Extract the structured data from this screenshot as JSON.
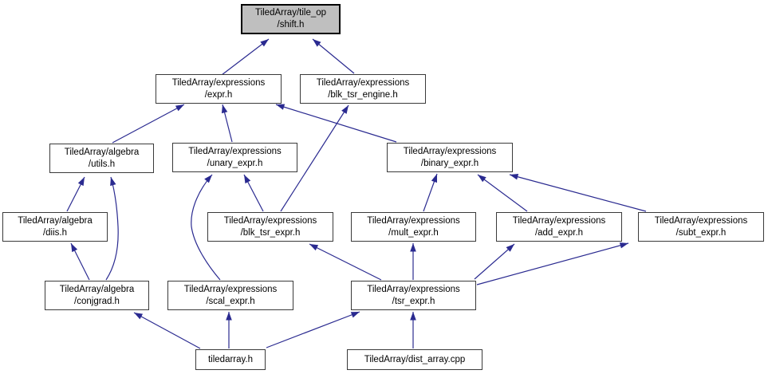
{
  "graph": {
    "description": "include dependency graph",
    "highlighted_node": "TiledArray/tile_op/shift.h"
  },
  "colors": {
    "edge": "#2a2a90",
    "node_fill": "#ffffff",
    "node_border": "#3a3a3a",
    "highlight_fill": "#bfbfbf",
    "highlight_border": "#000000",
    "background": "#ffffff",
    "text": "#000000"
  },
  "nodes": [
    {
      "id": "shift",
      "line1": "TiledArray/tile_op",
      "line2": "/shift.h",
      "highlighted": true
    },
    {
      "id": "expr",
      "line1": "TiledArray/expressions",
      "line2": "/expr.h",
      "highlighted": false
    },
    {
      "id": "blk_tsr_engine",
      "line1": "TiledArray/expressions",
      "line2": "/blk_tsr_engine.h",
      "highlighted": false
    },
    {
      "id": "utils",
      "line1": "TiledArray/algebra",
      "line2": "/utils.h",
      "highlighted": false
    },
    {
      "id": "unary_expr",
      "line1": "TiledArray/expressions",
      "line2": "/unary_expr.h",
      "highlighted": false
    },
    {
      "id": "binary_expr",
      "line1": "TiledArray/expressions",
      "line2": "/binary_expr.h",
      "highlighted": false
    },
    {
      "id": "diis",
      "line1": "TiledArray/algebra",
      "line2": "/diis.h",
      "highlighted": false
    },
    {
      "id": "blk_tsr_expr",
      "line1": "TiledArray/expressions",
      "line2": "/blk_tsr_expr.h",
      "highlighted": false
    },
    {
      "id": "mult_expr",
      "line1": "TiledArray/expressions",
      "line2": "/mult_expr.h",
      "highlighted": false
    },
    {
      "id": "add_expr",
      "line1": "TiledArray/expressions",
      "line2": "/add_expr.h",
      "highlighted": false
    },
    {
      "id": "subt_expr",
      "line1": "TiledArray/expressions",
      "line2": "/subt_expr.h",
      "highlighted": false
    },
    {
      "id": "conjgrad",
      "line1": "TiledArray/algebra",
      "line2": "/conjgrad.h",
      "highlighted": false
    },
    {
      "id": "scal_expr",
      "line1": "TiledArray/expressions",
      "line2": "/scal_expr.h",
      "highlighted": false
    },
    {
      "id": "tsr_expr",
      "line1": "TiledArray/expressions",
      "line2": "/tsr_expr.h",
      "highlighted": false
    },
    {
      "id": "tiledarray",
      "line1": "tiledarray.h",
      "line2": "",
      "highlighted": false
    },
    {
      "id": "dist_array",
      "line1": "TiledArray/dist_array.cpp",
      "line2": "",
      "highlighted": false
    }
  ],
  "edges": [
    {
      "from": "expr",
      "to": "shift"
    },
    {
      "from": "blk_tsr_engine",
      "to": "shift"
    },
    {
      "from": "utils",
      "to": "expr"
    },
    {
      "from": "unary_expr",
      "to": "expr"
    },
    {
      "from": "binary_expr",
      "to": "expr"
    },
    {
      "from": "blk_tsr_expr",
      "to": "blk_tsr_engine"
    },
    {
      "from": "diis",
      "to": "utils"
    },
    {
      "from": "conjgrad",
      "to": "utils"
    },
    {
      "from": "scal_expr",
      "to": "unary_expr"
    },
    {
      "from": "blk_tsr_expr",
      "to": "unary_expr"
    },
    {
      "from": "mult_expr",
      "to": "binary_expr"
    },
    {
      "from": "add_expr",
      "to": "binary_expr"
    },
    {
      "from": "subt_expr",
      "to": "binary_expr"
    },
    {
      "from": "conjgrad",
      "to": "diis"
    },
    {
      "from": "tsr_expr",
      "to": "blk_tsr_expr"
    },
    {
      "from": "tsr_expr",
      "to": "mult_expr"
    },
    {
      "from": "tsr_expr",
      "to": "add_expr"
    },
    {
      "from": "tsr_expr",
      "to": "subt_expr"
    },
    {
      "from": "tiledarray",
      "to": "conjgrad"
    },
    {
      "from": "tiledarray",
      "to": "scal_expr"
    },
    {
      "from": "tiledarray",
      "to": "tsr_expr"
    },
    {
      "from": "dist_array",
      "to": "tsr_expr"
    }
  ]
}
